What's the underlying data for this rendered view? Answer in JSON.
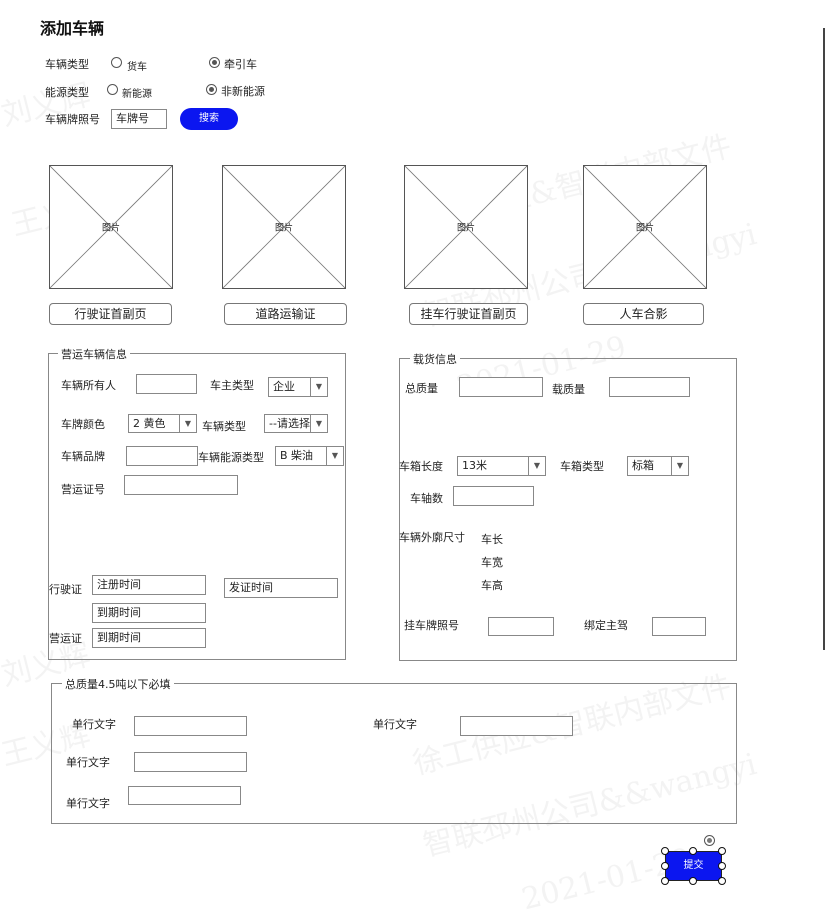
{
  "page": {
    "title": "添加车辆"
  },
  "basic": {
    "vehicle_type_label": "车辆类型",
    "vehicle_type_options": [
      "货车",
      "牵引车"
    ],
    "energy_type_label": "能源类型",
    "energy_type_options": [
      "新能源",
      "非新能源"
    ],
    "plate_label": "车辆牌照号",
    "plate_placeholder": "车牌号",
    "search_button": "搜索"
  },
  "images": {
    "placeholder_text": "图片",
    "captions": [
      "行驶证首副页",
      "道路运输证",
      "挂车行驶证首副页",
      "人车合影"
    ]
  },
  "operating": {
    "legend": "营运车辆信息",
    "owner_label": "车辆所有人",
    "owner_type_label": "车主类型",
    "owner_type_value": "企业",
    "plate_color_label": "车牌颜色",
    "plate_color_value": "2 黄色",
    "vehicle_type_label": "车辆类型",
    "vehicle_type_value": "--请选择",
    "brand_label": "车辆品牌",
    "energy_label": "车辆能源类型",
    "energy_value": "B 柴油",
    "permit_label": "营运证号",
    "license_label": "行驶证",
    "reg_time_placeholder": "注册时间",
    "issue_time_placeholder": "发证时间",
    "expire_placeholder": "到期时间",
    "permit2_label": "营运证",
    "permit_expire_placeholder": "到期时间"
  },
  "cargo": {
    "legend": "载货信息",
    "total_mass_label": "总质量",
    "load_mass_label": "载质量",
    "box_length_label": "车箱长度",
    "box_length_value": "13米",
    "box_type_label": "车箱类型",
    "box_type_value": "标箱",
    "axles_label": "车轴数",
    "outline_label": "车辆外廓尺寸",
    "dims": [
      "车长",
      "车宽",
      "车高"
    ],
    "trailer_plate_label": "挂车牌照号",
    "bind_driver_label": "绑定主驾"
  },
  "under45": {
    "legend": "总质量4.5吨以下必填",
    "field_labels": [
      "单行文字",
      "单行文字",
      "单行文字",
      "单行文字"
    ]
  },
  "submit_button": "提交",
  "watermark": {
    "lines": [
      "徐工供应&智联内部文件",
      "智联邳州公司&&wangyi",
      "2021-01-29",
      "王义辉",
      "刘义辉"
    ]
  },
  "colors": {
    "primary": "#0b16f0",
    "border": "#888888"
  }
}
